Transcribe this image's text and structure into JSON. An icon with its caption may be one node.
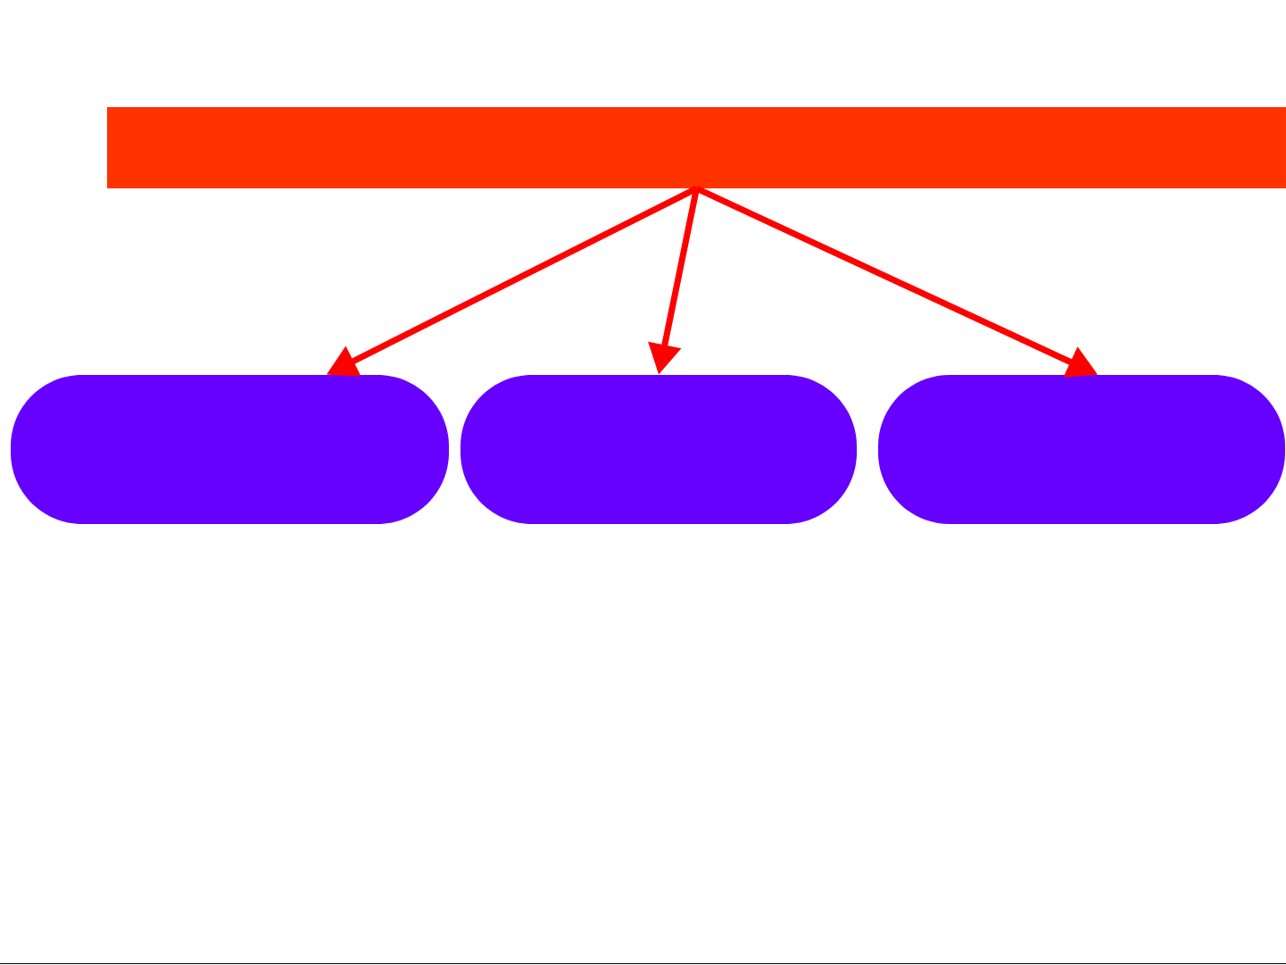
{
  "diagram": {
    "nodes": [
      {
        "text": [],
        "shape": "box"
      },
      {
        "text": [],
        "shape": "pill"
      },
      {
        "text": [],
        "shape": "pill"
      },
      {
        "text": [],
        "shape": "pill"
      }
    ],
    "edges": [
      {
        "from": 0,
        "to": 1,
        "arrow": "to"
      },
      {
        "from": 0,
        "to": 2,
        "arrow": "to"
      },
      {
        "from": 0,
        "to": 3,
        "arrow": "to"
      }
    ]
  }
}
